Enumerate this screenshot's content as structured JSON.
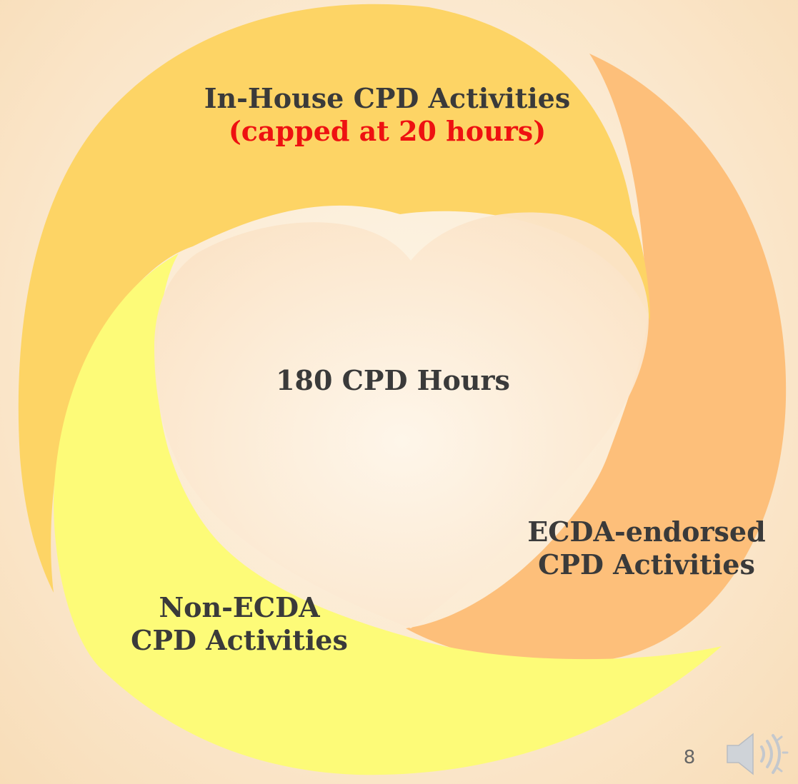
{
  "colors": {
    "segment_top": "#fdd465",
    "segment_right": "#fdbf7a",
    "segment_left": "#fdfb78",
    "heart_fill": "#fcecd8",
    "label_text": "#3a3a3a",
    "cap_text": "#ee1111"
  },
  "segments": {
    "in_house": {
      "line1": "In-House CPD Activities",
      "line2": "(capped at 20 hours)"
    },
    "ecda_endorsed": {
      "line1": "ECDA-endorsed",
      "line2": "CPD Activities"
    },
    "non_ecda": {
      "line1": "Non-ECDA",
      "line2": "CPD Activities"
    }
  },
  "center": {
    "label": "180 CPD Hours"
  },
  "slide_number": "8",
  "icons": {
    "audio": "speaker-icon"
  }
}
